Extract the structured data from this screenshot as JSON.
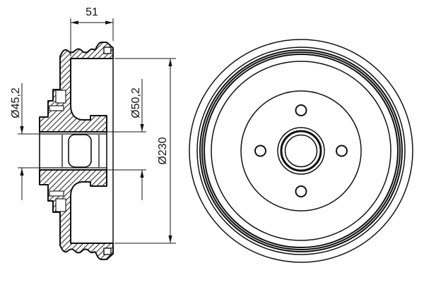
{
  "drawing": {
    "title": "Brake drum two-view technical drawing",
    "dimensions": {
      "depth": "51",
      "bore_diameter": "Ø45,2",
      "hub_diameter": "Ø50,2",
      "drum_diameter": "Ø230"
    },
    "front_view": {
      "bolt_hole_count": "4"
    },
    "colors": {
      "line": "#141414",
      "background": "#ffffff"
    }
  }
}
